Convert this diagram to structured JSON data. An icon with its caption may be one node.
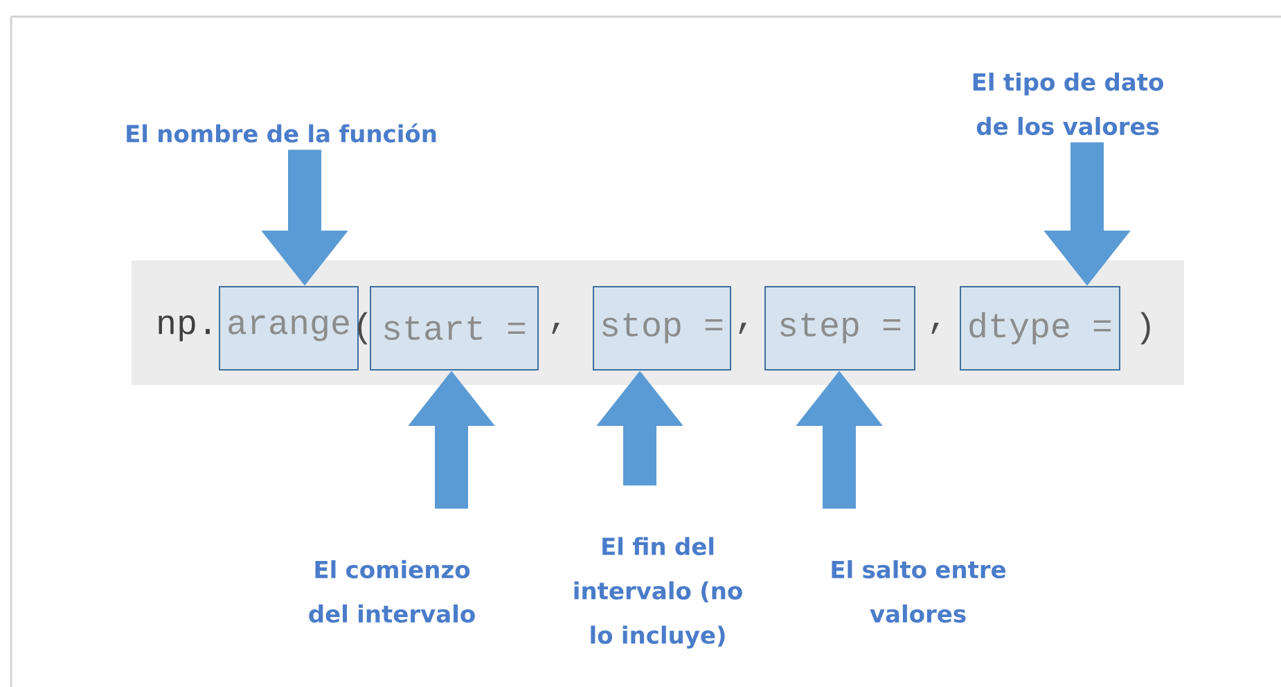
{
  "diagram": {
    "nodes": [
      {
        "text": [
          "El nombre de la función"
        ]
      },
      {
        "text": [
          "El tipo de dato de los valores"
        ]
      },
      {
        "text": [
          "arange"
        ]
      },
      {
        "text": [
          "start ="
        ]
      },
      {
        "text": [
          "stop ="
        ]
      },
      {
        "text": [
          "step ="
        ]
      },
      {
        "text": [
          "dtype ="
        ]
      },
      {
        "text": [
          "El comienzo del intervalo"
        ]
      },
      {
        "text": [
          "El fin del intervalo (no lo incluye)"
        ]
      },
      {
        "text": [
          "El salto entre valores"
        ]
      }
    ],
    "edges": [
      {
        "from": 0,
        "to": 2,
        "arrow": "to"
      },
      {
        "from": 1,
        "to": 6,
        "arrow": "to"
      },
      {
        "from": 7,
        "to": 3,
        "arrow": "to"
      },
      {
        "from": 8,
        "to": 4,
        "arrow": "to"
      },
      {
        "from": 9,
        "to": 5,
        "arrow": "to"
      }
    ],
    "labels": [
      "np.",
      "(",
      ",",
      ",",
      ",",
      ")"
    ]
  }
}
